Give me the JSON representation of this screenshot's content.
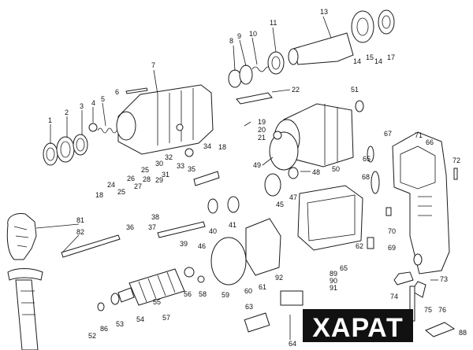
{
  "callouts": {
    "c1": "1",
    "c2": "2",
    "c3": "3",
    "c4": "4",
    "c5": "5",
    "c6": "6",
    "c7": "7",
    "c8": "8",
    "c9": "9",
    "c10": "10",
    "c11": "11",
    "c13": "13",
    "c14a": "14",
    "c15": "15",
    "c14b": "14",
    "c17": "17",
    "c18a": "18",
    "c18b": "18",
    "c19": "19",
    "c20": "20",
    "c21": "21",
    "c22": "22",
    "c24": "24",
    "c25a": "25",
    "c25b": "25",
    "c26": "26",
    "c27": "27",
    "c28": "28",
    "c29": "29",
    "c30": "30",
    "c31": "31",
    "c32": "32",
    "c33": "33",
    "c34": "34",
    "c35": "35",
    "c36": "36",
    "c37": "37",
    "c38": "38",
    "c39": "39",
    "c40": "40",
    "c41": "41",
    "c45": "45",
    "c46": "46",
    "c47": "47",
    "c48": "48",
    "c49": "49",
    "c50": "50",
    "c51": "51",
    "c52": "52",
    "c53": "53",
    "c54": "54",
    "c55": "55",
    "c56": "56",
    "c57": "57",
    "c58": "58",
    "c59": "59",
    "c60": "60",
    "c61": "61",
    "c62": "62",
    "c63": "63",
    "c64": "64",
    "c65a": "65",
    "c65b": "65",
    "c66": "66",
    "c67": "67",
    "c68": "68",
    "c69": "69",
    "c70": "70",
    "c71": "71",
    "c72": "72",
    "c73": "73",
    "c74": "74",
    "c75": "75",
    "c76": "76",
    "c81": "81",
    "c82": "82",
    "c86": "86",
    "c88": "88",
    "c89": "89",
    "c90": "90",
    "c91": "91",
    "c92": "92"
  },
  "watermark": {
    "text": "ХАРАТ"
  }
}
